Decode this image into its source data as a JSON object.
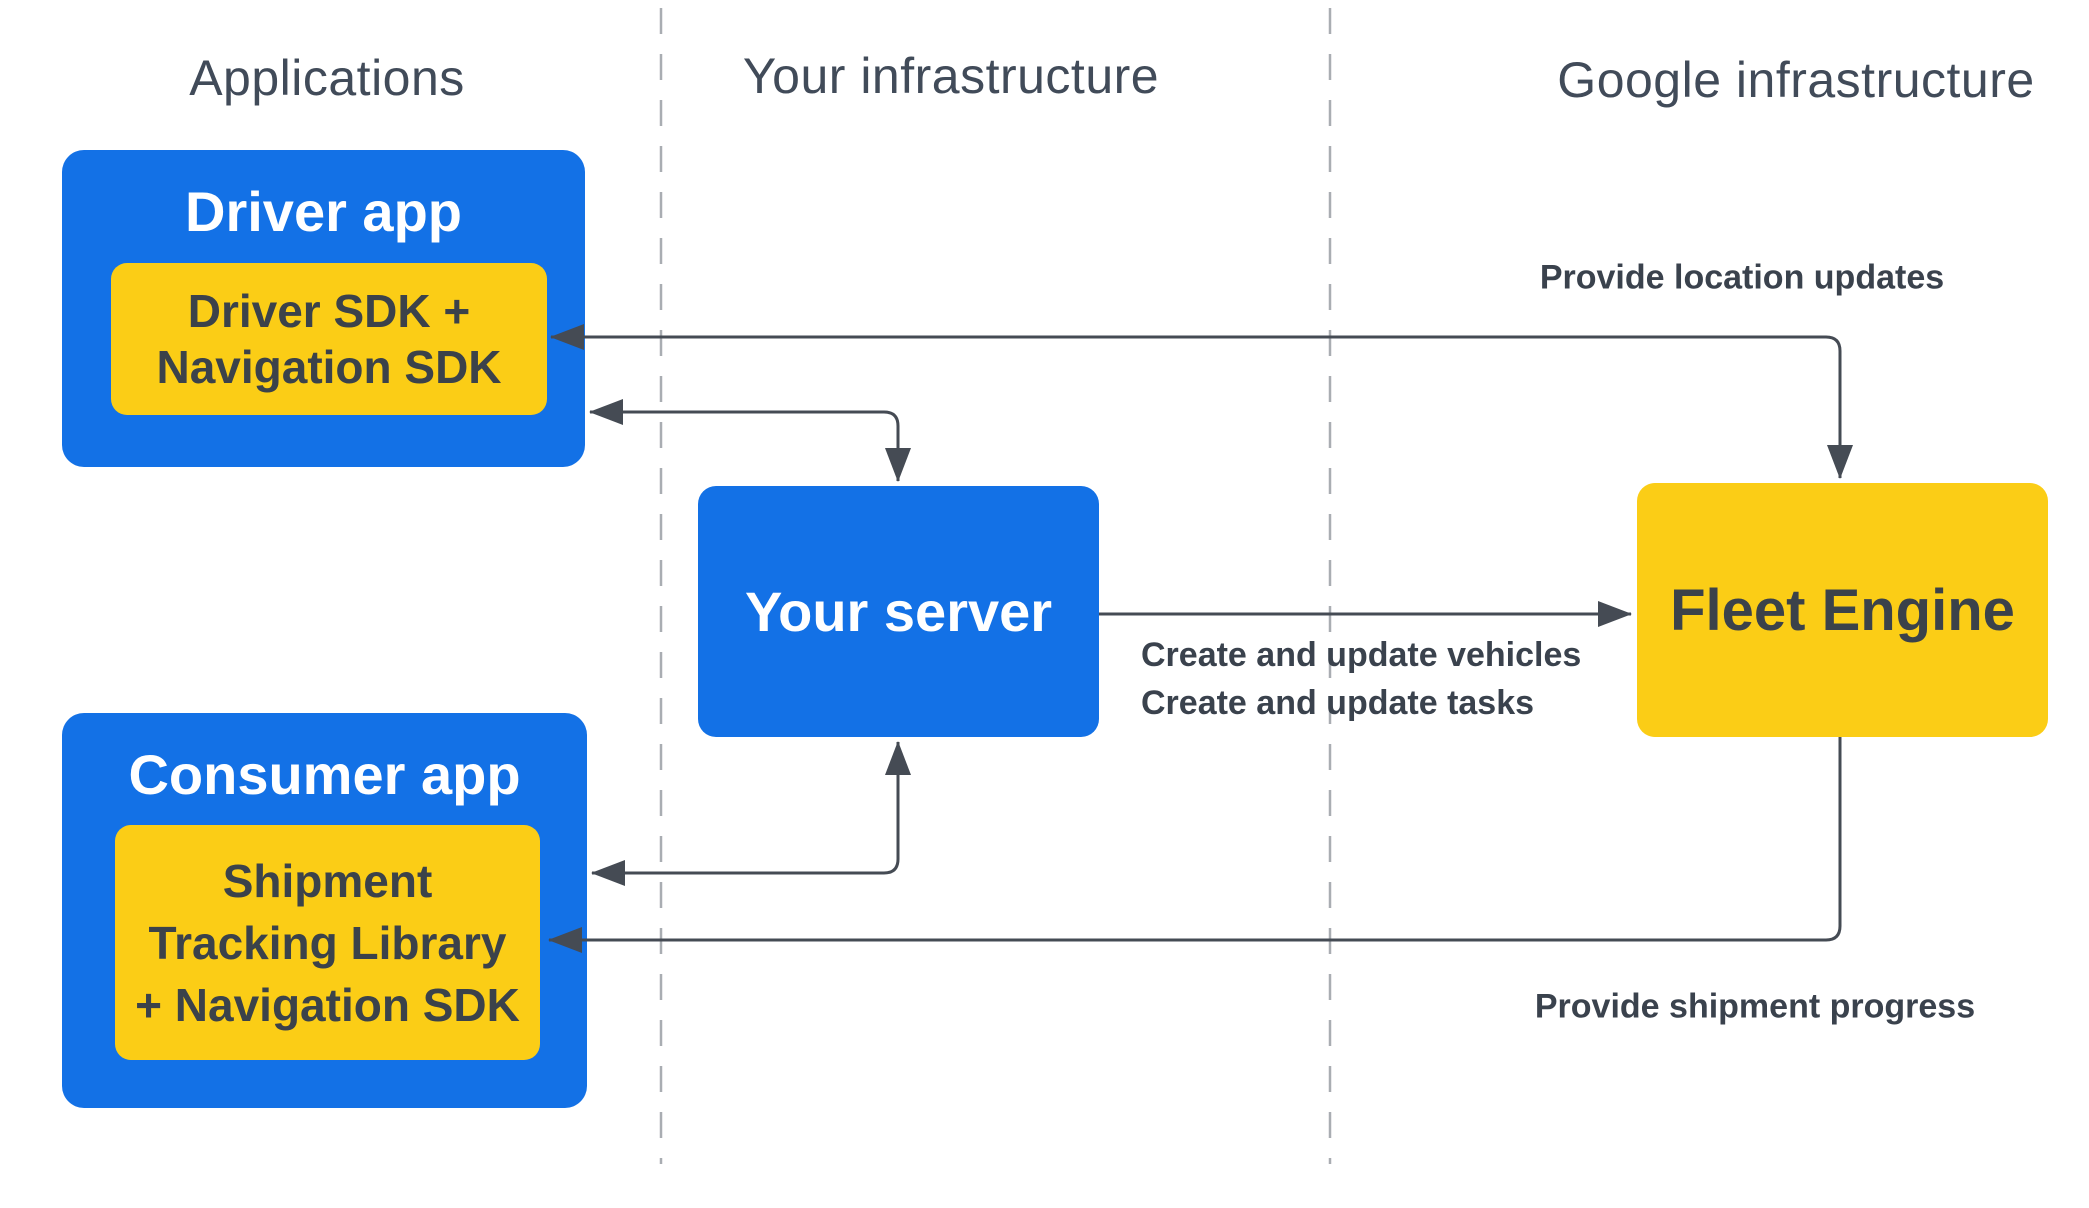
{
  "headers": {
    "applications": "Applications",
    "your_infrastructure": "Your infrastructure",
    "google_infrastructure": "Google infrastructure"
  },
  "nodes": {
    "driver_app": {
      "title": "Driver app",
      "sdk_line1": "Driver SDK +",
      "sdk_line2": "Navigation SDK"
    },
    "your_server": {
      "title": "Your server"
    },
    "fleet_engine": {
      "title": "Fleet Engine"
    },
    "consumer_app": {
      "title": "Consumer app",
      "lib_line1": "Shipment",
      "lib_line2": "Tracking Library",
      "lib_line3": "+ Navigation SDK"
    }
  },
  "edge_labels": {
    "provide_location_updates": "Provide location updates",
    "create_update_vehicles": "Create and update vehicles",
    "create_update_tasks": "Create and update tasks",
    "provide_shipment_progress": "Provide shipment progress"
  },
  "colors": {
    "blue": "#1371E6",
    "yellow": "#FBCD16",
    "arrow": "#454B54",
    "dark_text": "#3B424A",
    "label_text": "#3A424D",
    "header_text": "#414B59",
    "dashed_line": "#A9ADB2"
  }
}
